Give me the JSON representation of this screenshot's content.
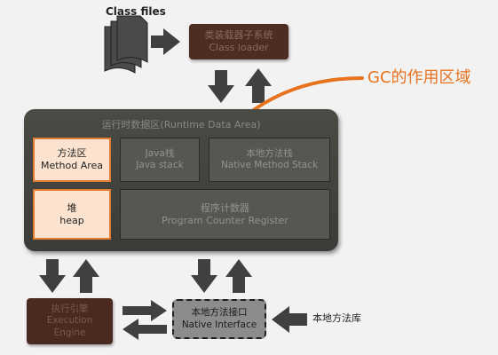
{
  "class_files_label": "Class files",
  "class_loader": {
    "line1": "类装载器子系统",
    "line2": "Class loader"
  },
  "runtime_area": {
    "title": "运行时数据区(Runtime Data Area)"
  },
  "method_area": {
    "line1": "方法区",
    "line2": "Method Area"
  },
  "heap": {
    "line1": "堆",
    "line2": "heap"
  },
  "java_stack": {
    "line1": "Java栈",
    "line2": "Java stack"
  },
  "native_stack": {
    "line1": "本地方法栈",
    "line2": "Native Method Stack"
  },
  "pc_register": {
    "line1": "程序计数器",
    "line2": "Program Counter Register"
  },
  "exec_engine": {
    "line1": "执行引擎",
    "line2": "Execution",
    "line3": "Engine"
  },
  "native_interface": {
    "line1": "本地方法接口",
    "line2": "Native Interface"
  },
  "native_lib_label": "本地方法库",
  "gc_annotation": "GC的作用区域",
  "colors": {
    "orange_accent": "#e8731f",
    "dark_brown": "#4e2c22",
    "runtime_bg": "#45453f",
    "arrow": "#404040"
  }
}
